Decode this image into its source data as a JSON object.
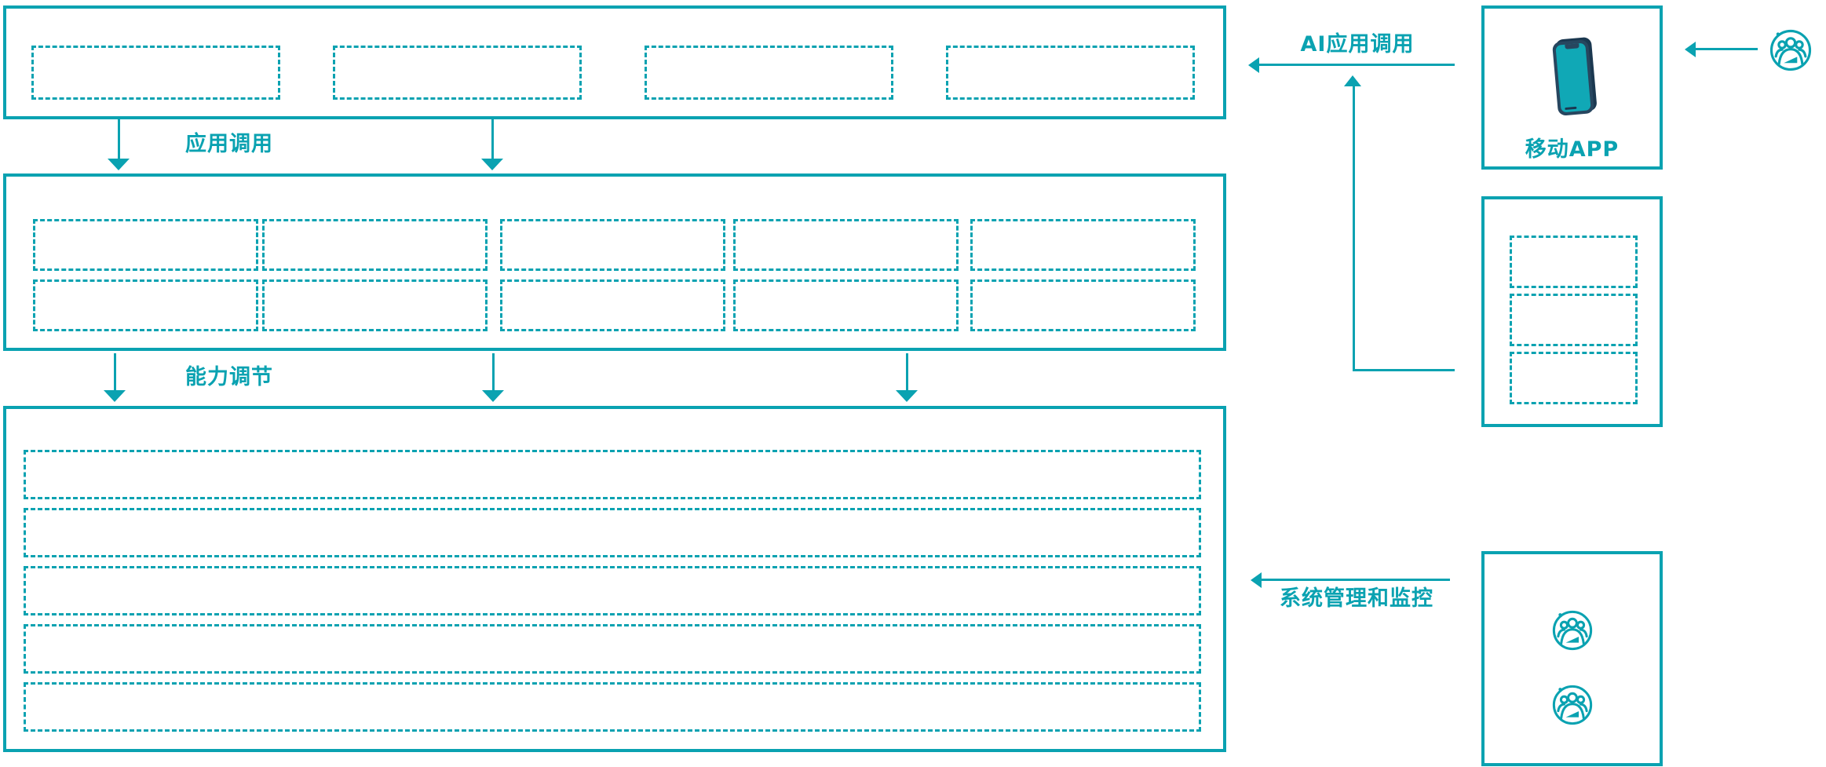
{
  "colors": {
    "teal": "#0AA2B1",
    "navy": "#27465F",
    "phone_screen": "#10A8B6",
    "background": "#FFFFFF"
  },
  "layers": {
    "top_layer": {
      "placeholder_count": 4
    },
    "middle_layer": {
      "placeholder_rows": 2,
      "placeholder_cols": 5,
      "placeholder_count": 10
    },
    "bottom_layer": {
      "placeholder_count": 5
    }
  },
  "connectors": {
    "app_call": {
      "label": "应用调用"
    },
    "capability": {
      "label": "能力调节"
    },
    "ai_call": {
      "label": "AI应用调用"
    },
    "monitor": {
      "label": "系统管理和监控"
    }
  },
  "side_panel": {
    "mobile_app": {
      "label": "移动APP",
      "icon": "smartphone-icon"
    },
    "service_box": {
      "placeholder_count": 3
    },
    "admin_box": {
      "icon": "user-group-icon",
      "icon_count": 2
    },
    "external_user": {
      "icon": "user-group-icon"
    }
  }
}
